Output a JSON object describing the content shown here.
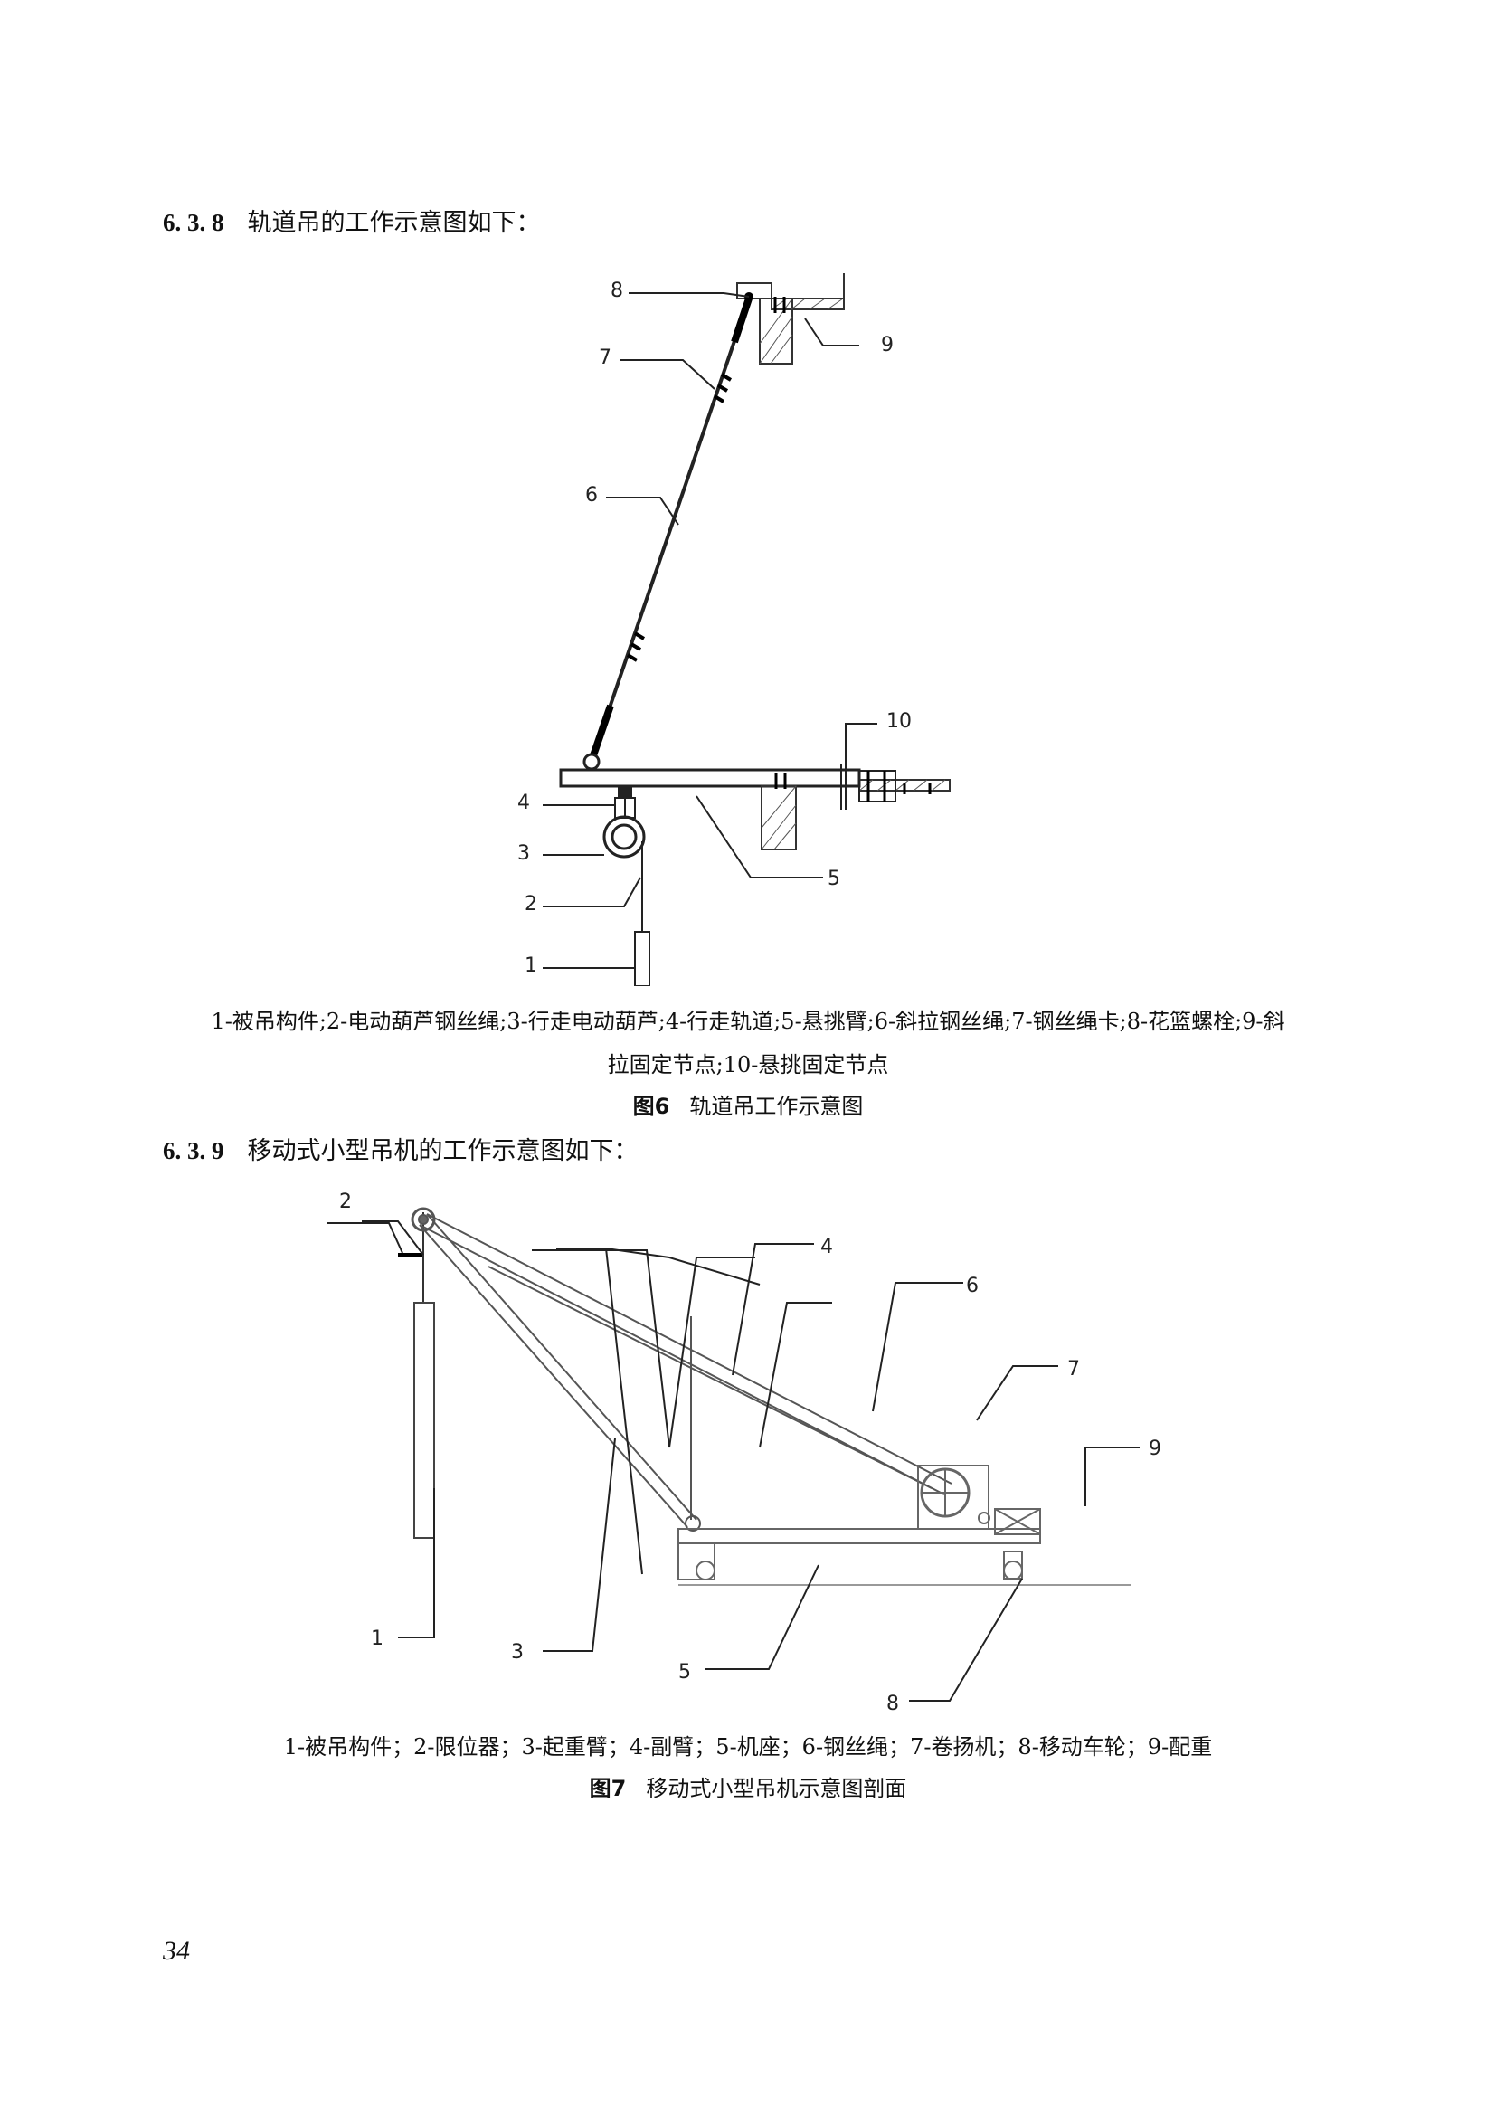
{
  "section_638": {
    "number": "6. 3. 8",
    "text": "轨道吊的工作示意图如下："
  },
  "figure6": {
    "labels": [
      "1",
      "2",
      "3",
      "4",
      "5",
      "6",
      "7",
      "8",
      "9",
      "10"
    ],
    "caption_line1": "1-被吊构件;2-电动葫芦钢丝绳;3-行走电动葫芦;4-行走轨道;5-悬挑臂;6-斜拉钢丝绳;7-钢丝绳卡;8-花篮螺栓;9-斜",
    "caption_line2": "拉固定节点;10-悬挑固定节点",
    "title_num": "图6",
    "title_text": "轨道吊工作示意图"
  },
  "section_639": {
    "number": "6. 3. 9",
    "text": "移动式小型吊机的工作示意图如下："
  },
  "figure7": {
    "labels": [
      "1",
      "2",
      "3",
      "4",
      "5",
      "6",
      "7",
      "8",
      "9"
    ],
    "caption": "1-被吊构件；2-限位器；3-起重臂；4-副臂；5-机座；6-钢丝绳；7-卷扬机；8-移动车轮；9-配重",
    "title_num": "图7",
    "title_text": "移动式小型吊机示意图剖面"
  },
  "page_number": "34"
}
